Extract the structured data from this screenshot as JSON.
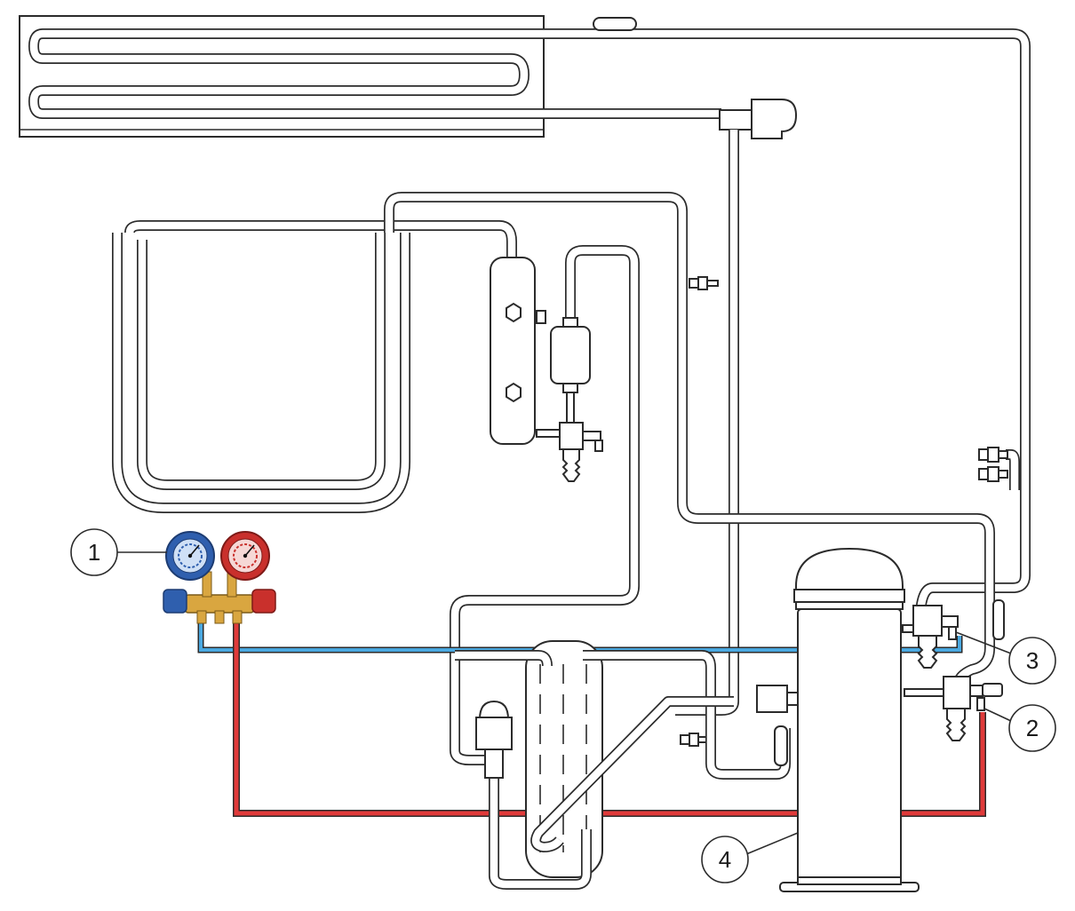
{
  "colors": {
    "line": "#2b2b2b",
    "low_side_hose": "#4aa8e0",
    "high_side_hose": "#e03a3a",
    "low_gauge": "#2f5fae",
    "high_gauge": "#c9302c",
    "brass": "#d9a640"
  },
  "callouts": [
    {
      "id": "1",
      "label": "1",
      "target": "manifold-gauge-set"
    },
    {
      "id": "2",
      "label": "2",
      "target": "high-side-service-valve"
    },
    {
      "id": "3",
      "label": "3",
      "target": "low-side-service-valve"
    },
    {
      "id": "4",
      "label": "4",
      "target": "compressor"
    }
  ],
  "icons": {
    "low_gauge": "pressure-gauge-icon",
    "high_gauge": "pressure-gauge-icon"
  }
}
